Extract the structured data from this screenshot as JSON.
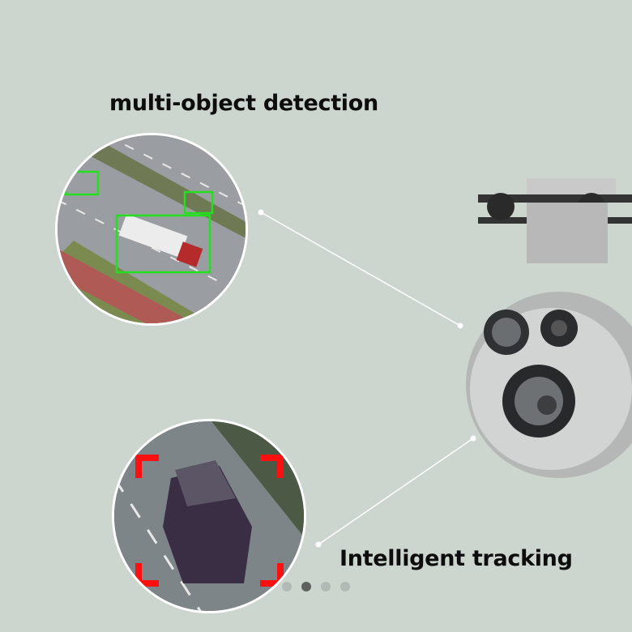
{
  "labels": {
    "detection": "multi-object detection",
    "tracking": "Intelligent tracking"
  },
  "carousel": {
    "count": 4,
    "active_index": 1
  },
  "colors": {
    "background": "#cdd5cf",
    "detection_box": "#22e01e",
    "tracking_box": "#ff1010"
  }
}
